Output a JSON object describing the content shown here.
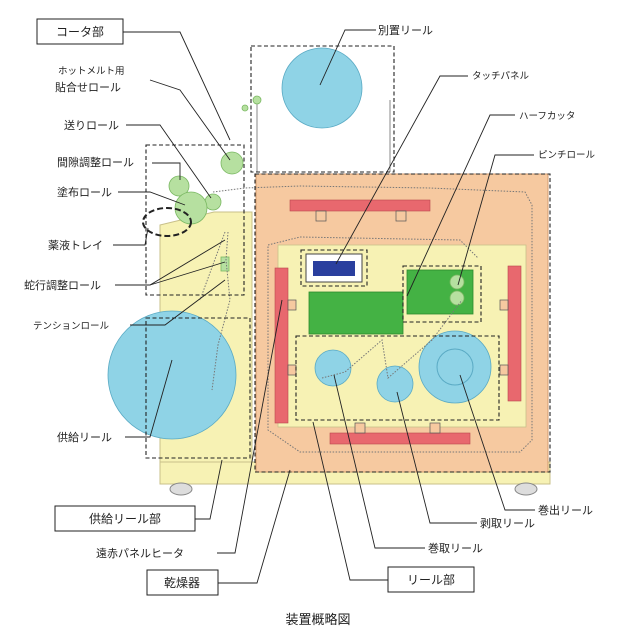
{
  "labels": {
    "coater_section": "コータ部",
    "separate_reel": "別置リール",
    "hotmelt_roll_line1": "ホットメルト用",
    "hotmelt_roll_line2": "貼合せロール",
    "touch_panel": "タッチパネル",
    "feed_roll": "送りロール",
    "half_cutter": "ハーフカッタ",
    "gap_adjust_roll": "間隙調整ロール",
    "pinch_roll": "ピンチロール",
    "coating_roll": "塗布ロール",
    "chemical_tray": "薬液トレイ",
    "meander_adjust_roll": "蛇行調整ロール",
    "tension_roll": "テンションロール",
    "supply_reel": "供給リール",
    "unwind_reel": "巻出リール",
    "supply_reel_section": "供給リール部",
    "peel_reel": "剥取リール",
    "far_infrared_heater": "遠赤パネルヒータ",
    "takeup_reel": "巻取リール",
    "dryer": "乾燥器",
    "reel_section": "リール部",
    "caption": "装置概略図"
  },
  "colors": {
    "body_yellow": "#f7f2b4",
    "dryer_orange": "#f6c9a0",
    "reel_blue": "#8fd3e6",
    "heater_red": "#e8686e",
    "panel_green": "#44b244",
    "touch_panel_blue": "#2a3f9e",
    "small_roll_green": "#b6e0a0"
  }
}
